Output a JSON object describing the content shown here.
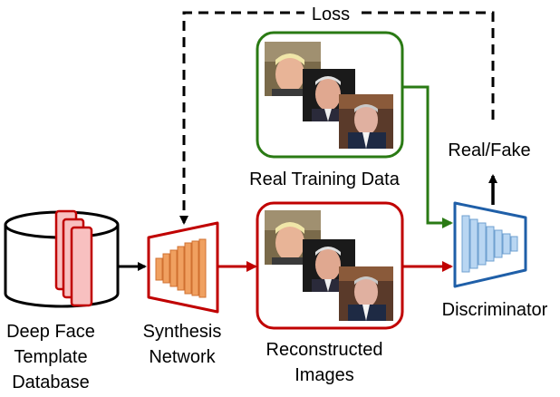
{
  "labels": {
    "loss": "Loss",
    "real_fake": "Real/Fake",
    "real_training_data": "Real Training Data",
    "deep_face_line1": "Deep Face",
    "deep_face_line2": "Template",
    "deep_face_line3": "Database",
    "synthesis_line1": "Synthesis",
    "synthesis_line2": "Network",
    "reconstructed_line1": "Reconstructed",
    "reconstructed_line2": "Images",
    "discriminator": "Discriminator"
  },
  "colors": {
    "green": "#2a7a14",
    "red": "#c00000",
    "blue": "#1f5fa8",
    "orange": "#f0a060",
    "pink": "#f8c0c0",
    "light_blue": "#b9d6f2",
    "black": "#000000"
  },
  "icons": {
    "database": "database-cylinder-icon",
    "synthesis": "orange-layer-stack-icon",
    "discriminator": "blue-layer-stack-icon",
    "faces": "face-photo-icon"
  }
}
